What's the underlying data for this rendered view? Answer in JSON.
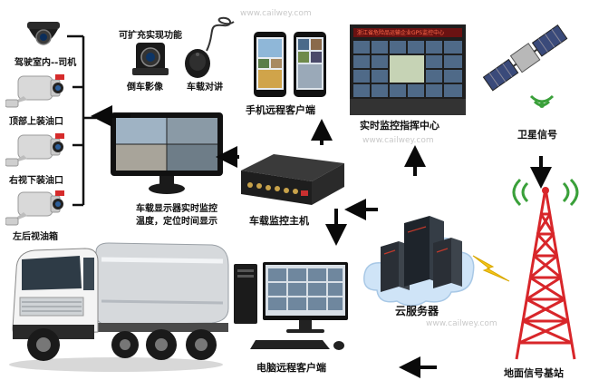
{
  "cameras": {
    "cabin_driver": "驾驶室内--司机",
    "top_loading": "顶部上装油口",
    "right_bottom": "右视下装油口",
    "rear_left_tank": "左后视油箱"
  },
  "expansion": {
    "title": "可扩充实现功能",
    "reverse_camera": "倒车影像",
    "intercom": "车载对讲"
  },
  "mobile_client": "手机远程客户端",
  "command_center": {
    "label": "实时监控指挥中心",
    "screen_banner": "浙江省危险品运输企业GPS监控中心"
  },
  "satellite": "卫星信号",
  "display": {
    "line1": "车载显示器实时监控",
    "line2": "温度，定位时间显示"
  },
  "host": "车载监控主机",
  "cloud": "云服务器",
  "pc_client": "电脑远程客户端",
  "base_station": "地面信号基站",
  "watermark": "www.cailwey.com",
  "colors": {
    "arrow": "#0a0a0a",
    "cloud": "#cfe4f7",
    "tower_red": "#d8262a",
    "signal_green": "#3aa03a",
    "lightning": "#f4c51a"
  }
}
